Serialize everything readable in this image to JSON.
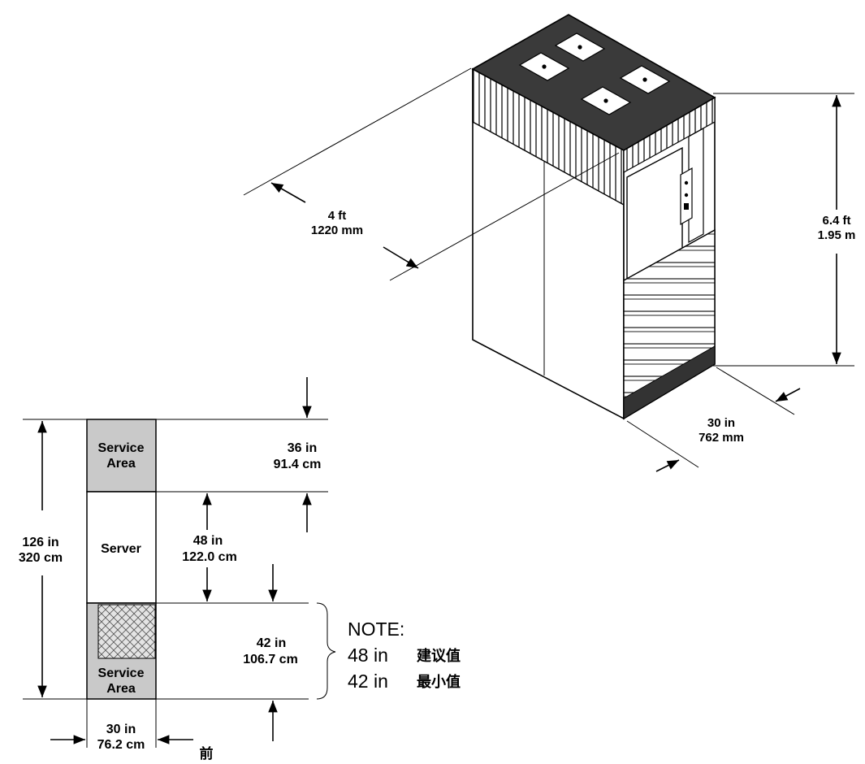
{
  "server": {
    "depth_label": {
      "line1": "4 ft",
      "line2": "1220 mm"
    },
    "height_label": {
      "line1": "6.4 ft",
      "line2": "1.95 m"
    },
    "width_label": {
      "line1": "30 in",
      "line2": "762 mm"
    }
  },
  "floorplan": {
    "rear_service_area": {
      "line1": "Service",
      "line2": "Area"
    },
    "server_label": "Server",
    "front_service_area": {
      "line1": "Service",
      "line2": "Area"
    },
    "rear_clearance": {
      "line1": "36 in",
      "line2": "91.4 cm"
    },
    "server_depth": {
      "line1": "48 in",
      "line2": "122.0 cm"
    },
    "front_clearance": {
      "line1": "42 in",
      "line2": "106.7 cm"
    },
    "total_depth": {
      "line1": "126 in",
      "line2": "320 cm"
    },
    "footprint_width": {
      "line1": "30 in",
      "line2": "76.2 cm"
    },
    "front_marker": "前"
  },
  "note": {
    "title": "NOTE:",
    "rows": [
      {
        "value": "48 in",
        "text": "建议值"
      },
      {
        "value": "42 in",
        "text": "最小值"
      }
    ]
  },
  "colors": {
    "service_area_fill": "#c9c9c9",
    "line": "#000000"
  }
}
